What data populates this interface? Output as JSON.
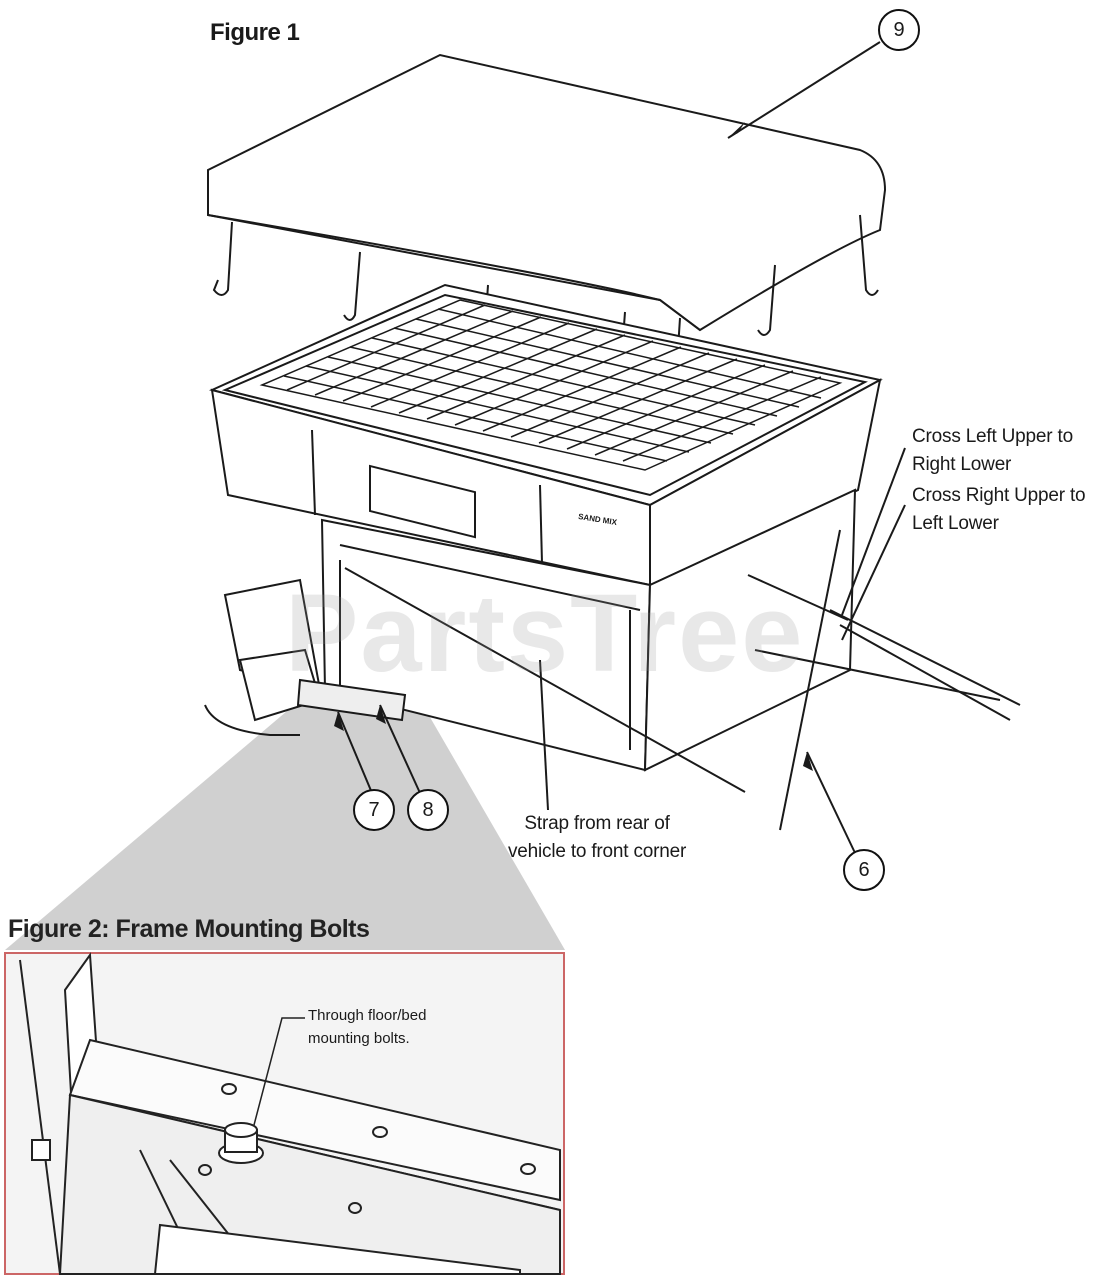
{
  "figure1": {
    "title": "Figure 1",
    "callouts": {
      "cross_1": [
        "Cross Left Upper to",
        "Right Lower"
      ],
      "cross_2": [
        "Cross Right Upper to",
        "Left Lower"
      ],
      "strap": [
        "Strap from rear of",
        "vehicle to front corner"
      ]
    },
    "part_numbers": {
      "cover": "9",
      "frame_a": "7",
      "frame_b": "8",
      "strap": "6"
    },
    "hopper_label": "SAND MIX"
  },
  "figure2": {
    "title": "Figure 2: Frame Mounting Bolts",
    "callout": [
      "Through floor/bed",
      "mounting bolts."
    ]
  },
  "watermark": "PartsTree",
  "colors": {
    "line": "#1a1a1a",
    "zoom_wedge": "#d0d0d0",
    "inset_border": "#cc6666",
    "inset_fill": "#f4f4f4"
  }
}
